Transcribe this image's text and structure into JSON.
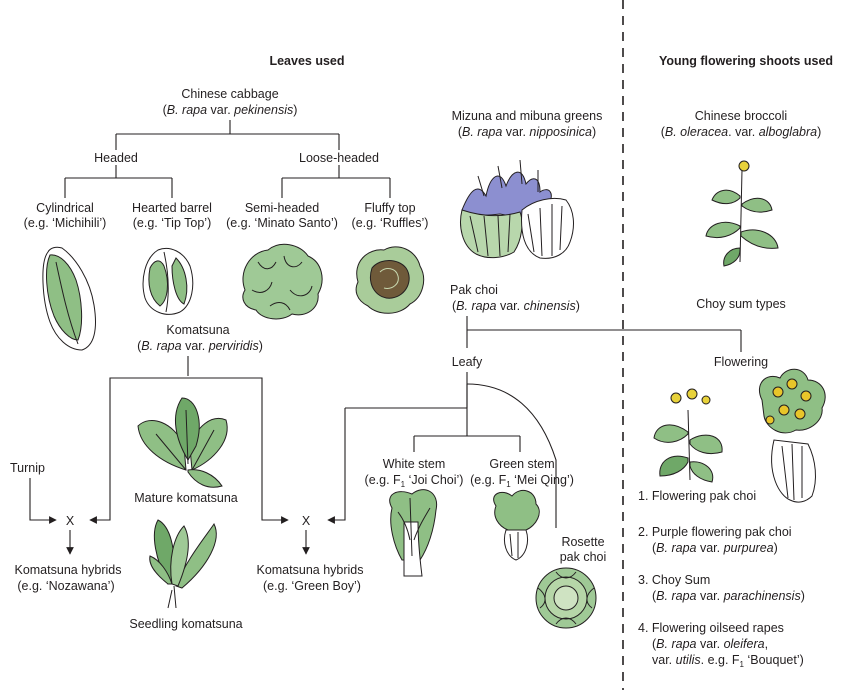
{
  "headers": {
    "leaves": "Leaves used",
    "shoots": "Young flowering shoots used"
  },
  "chinese_cabbage": {
    "name": "Chinese cabbage",
    "open": "(",
    "genus": "B. rapa",
    "var": " var. ",
    "epithet": "pekinensis",
    "close": ")"
  },
  "headed": "Headed",
  "loose_headed": "Loose-headed",
  "cylindrical": {
    "name": "Cylindrical",
    "eg": "(e.g. ‘Michihili’)"
  },
  "hearted_barrel": {
    "name": "Hearted barrel",
    "eg": "(e.g. ‘Tip Top’)"
  },
  "semi_headed": {
    "name": "Semi-headed",
    "eg": "(e.g. ‘Minato Santo’)"
  },
  "fluffy_top": {
    "name": "Fluffy top",
    "eg": "(e.g. ‘Ruffles’)"
  },
  "mizuna": {
    "name": "Mizuna and mibuna greens",
    "open": "(",
    "genus": "B. rapa",
    "var": " var. ",
    "epithet": "nipposinica",
    "close": ")"
  },
  "pak_choi": {
    "name": "Pak choi",
    "open": "(",
    "genus": "B. rapa",
    "var": " var. ",
    "epithet": "chinensis",
    "close": ")"
  },
  "komatsuna": {
    "name": "Komatsuna",
    "open": "(",
    "genus": "B. rapa",
    "var": " var. ",
    "epithet": "perviridis",
    "close": ")"
  },
  "mature_komatsuna": "Mature komatsuna",
  "seedling_komatsuna": "Seedling komatsuna",
  "turnip": "Turnip",
  "cross_symbol": "X",
  "hybrid_left": {
    "name": "Komatsuna hybrids",
    "eg": "(e.g. ‘Nozawana’)"
  },
  "hybrid_right": {
    "name": "Komatsuna hybrids",
    "eg": "(e.g. ‘Green Boy’)"
  },
  "leafy": "Leafy",
  "white_stem": {
    "name": "White stem",
    "eg_pre": "(e.g. F",
    "sub": "1",
    "eg_post": " ‘Joi Choi’)"
  },
  "green_stem": {
    "name": "Green stem",
    "eg_pre": "(e.g. F",
    "sub": "1",
    "eg_post": " ‘Mei Qing’)"
  },
  "rosette": {
    "line1": "Rosette",
    "line2": "pak choi"
  },
  "chinese_broccoli": {
    "name": "Chinese broccoli",
    "open": "(",
    "genus": "B. oleracea",
    "var": ". var. ",
    "epithet": "alboglabra",
    "close": ")"
  },
  "choy_sum_types": "Choy sum types",
  "flowering": "Flowering",
  "list": {
    "item1": "1. Flowering pak choi",
    "item2": "2. Purple flowering pak choi",
    "item2_genus": "B. rapa",
    "item2_var": " var. ",
    "item2_epithet": "purpurea",
    "item3": "3. Choy Sum",
    "item3_genus": "B. rapa",
    "item3_var": " var. ",
    "item3_epithet": "parachinensis",
    "item4": "4. Flowering oilseed rapes",
    "item4_genus": "B. rapa",
    "item4_var": " var. ",
    "item4_epithet": "oleifera",
    "item4_comma": ",",
    "item4_line3_pre": "var. ",
    "item4_line3_ep": "utilis",
    "item4_line3_post": ". e.g. F",
    "item4_sub": "1",
    "item4_line3_end": " ‘Bouquet’)"
  },
  "colors": {
    "leaf_green": "#8fbf85",
    "leaf_dark": "#5e9a5a",
    "purple": "#8c8fd0",
    "yellow": "#e8d23a",
    "line": "#231f20"
  }
}
